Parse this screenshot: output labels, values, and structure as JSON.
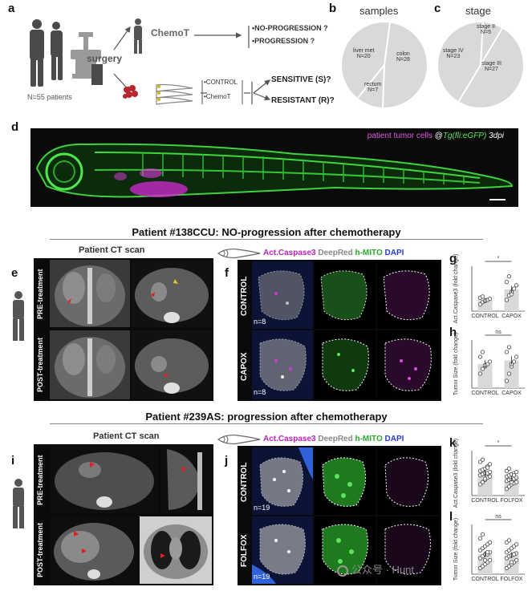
{
  "panel_a": {
    "label": "a",
    "chemo_label": "ChemoT",
    "surgery_label": "surgery",
    "patients_label": "N=55 patients",
    "outcomes_top": [
      "•NO-PROGRESSION ?",
      "•PROGRESSION ?"
    ],
    "arms": [
      "•CONTROL",
      "•ChemoT"
    ],
    "outcomes_bottom": [
      "SENSITIVE (S)?",
      "RESISTANT (R)?"
    ]
  },
  "panel_b": {
    "label": "b",
    "title": "samples",
    "slices": [
      {
        "name": "liver met",
        "n": "N=20"
      },
      {
        "name": "colon",
        "n": "N=28"
      },
      {
        "name": "rectum",
        "n": "N=7"
      }
    ]
  },
  "panel_c": {
    "label": "c",
    "title": "stage",
    "slices": [
      {
        "name": "stage II",
        "n": "N=5"
      },
      {
        "name": "stage IV",
        "n": "N=23"
      },
      {
        "name": "stage III",
        "n": "N=27"
      }
    ]
  },
  "panel_d": {
    "label": "d",
    "caption_pink": "patient tumor cells",
    "caption_at": " @",
    "caption_green": "Tg(fli:eGFP)",
    "caption_dpi": " 3dpi"
  },
  "section1": {
    "title": "Patient #138CCU: NO-progression after chemotherapy",
    "ct_title": "Patient CT scan",
    "label_e": "e",
    "label_f": "f",
    "label_g": "g",
    "label_h": "h",
    "pre": "PRE-treatment",
    "post": "POST-treatment",
    "row1": "CONTROL",
    "row2": "CAPOX",
    "n1": "n=8",
    "n2": "n=8"
  },
  "section2": {
    "title": "Patient #239AS: progression after chemotherapy",
    "ct_title": "Patient CT scan",
    "label_i": "i",
    "label_j": "j",
    "label_k": "k",
    "label_l": "l",
    "pre": "PRE-treatment",
    "post": "POST-treatment",
    "row1": "CONTROL",
    "row2": "FOLFOX",
    "n1": "n=19",
    "n2": "n=19"
  },
  "stain_header": {
    "a": "Act.Caspase3",
    "b": " DeepRed",
    "c": " h-MITO",
    "d": " DAPI"
  },
  "watermark": "公众号 · Hunt",
  "chart_data": [
    {
      "id": "g",
      "type": "bar",
      "categories": [
        "CONTROL",
        "CAPOX"
      ],
      "values": [
        1.0,
        1.95
      ],
      "ylabel": "Act.Caspase3 (fold change)",
      "ylim": [
        0,
        4
      ],
      "sig": "*",
      "points": [
        [
          0.6,
          0.8,
          0.9,
          1.0,
          1.1,
          1.2,
          1.3,
          0.95
        ],
        [
          1.0,
          1.4,
          1.7,
          2.0,
          2.3,
          2.6,
          3.1,
          1.5
        ]
      ]
    },
    {
      "id": "h",
      "type": "bar",
      "categories": [
        "CONTROL",
        "CAPOX"
      ],
      "values": [
        1.0,
        1.15
      ],
      "ylabel": "Tumor Size (fold change)",
      "ylim": [
        0,
        2
      ],
      "sig": "ns",
      "points": [
        [
          0.6,
          0.8,
          0.9,
          1.0,
          1.1,
          1.3,
          1.5,
          0.95
        ],
        [
          0.3,
          0.6,
          0.9,
          1.1,
          1.3,
          1.5,
          1.7,
          1.0
        ]
      ]
    },
    {
      "id": "k",
      "type": "bar",
      "categories": [
        "CONTROL",
        "FOLFOX"
      ],
      "values": [
        1.0,
        0.75
      ],
      "ylabel": "Act.Caspase3 (fold change)",
      "ylim": [
        0,
        2
      ],
      "sig": "*",
      "points": [
        [
          0.5,
          0.6,
          0.7,
          0.8,
          0.85,
          0.9,
          0.95,
          1.0,
          1.0,
          1.05,
          1.1,
          1.15,
          1.2,
          1.3,
          1.4,
          1.5,
          1.6,
          0.75,
          1.25
        ],
        [
          0.3,
          0.4,
          0.5,
          0.55,
          0.6,
          0.65,
          0.7,
          0.7,
          0.75,
          0.8,
          0.85,
          0.9,
          0.95,
          1.0,
          1.05,
          1.1,
          1.2,
          0.6,
          0.9
        ]
      ]
    },
    {
      "id": "l",
      "type": "bar",
      "categories": [
        "CONTROL",
        "FOLFOX"
      ],
      "values": [
        1.0,
        0.95
      ],
      "ylabel": "Tumor Size (fold change)",
      "ylim": [
        0,
        2.5
      ],
      "sig": "ns",
      "points": [
        [
          0.3,
          0.4,
          0.5,
          0.6,
          0.7,
          0.8,
          0.9,
          1.0,
          1.0,
          1.1,
          1.2,
          1.3,
          1.4,
          1.5,
          1.6,
          1.8,
          2.0,
          0.7,
          1.1
        ],
        [
          0.3,
          0.4,
          0.5,
          0.6,
          0.7,
          0.8,
          0.9,
          0.95,
          1.0,
          1.05,
          1.1,
          1.2,
          1.3,
          1.4,
          1.5,
          1.6,
          1.7,
          0.6,
          1.0
        ]
      ]
    }
  ]
}
